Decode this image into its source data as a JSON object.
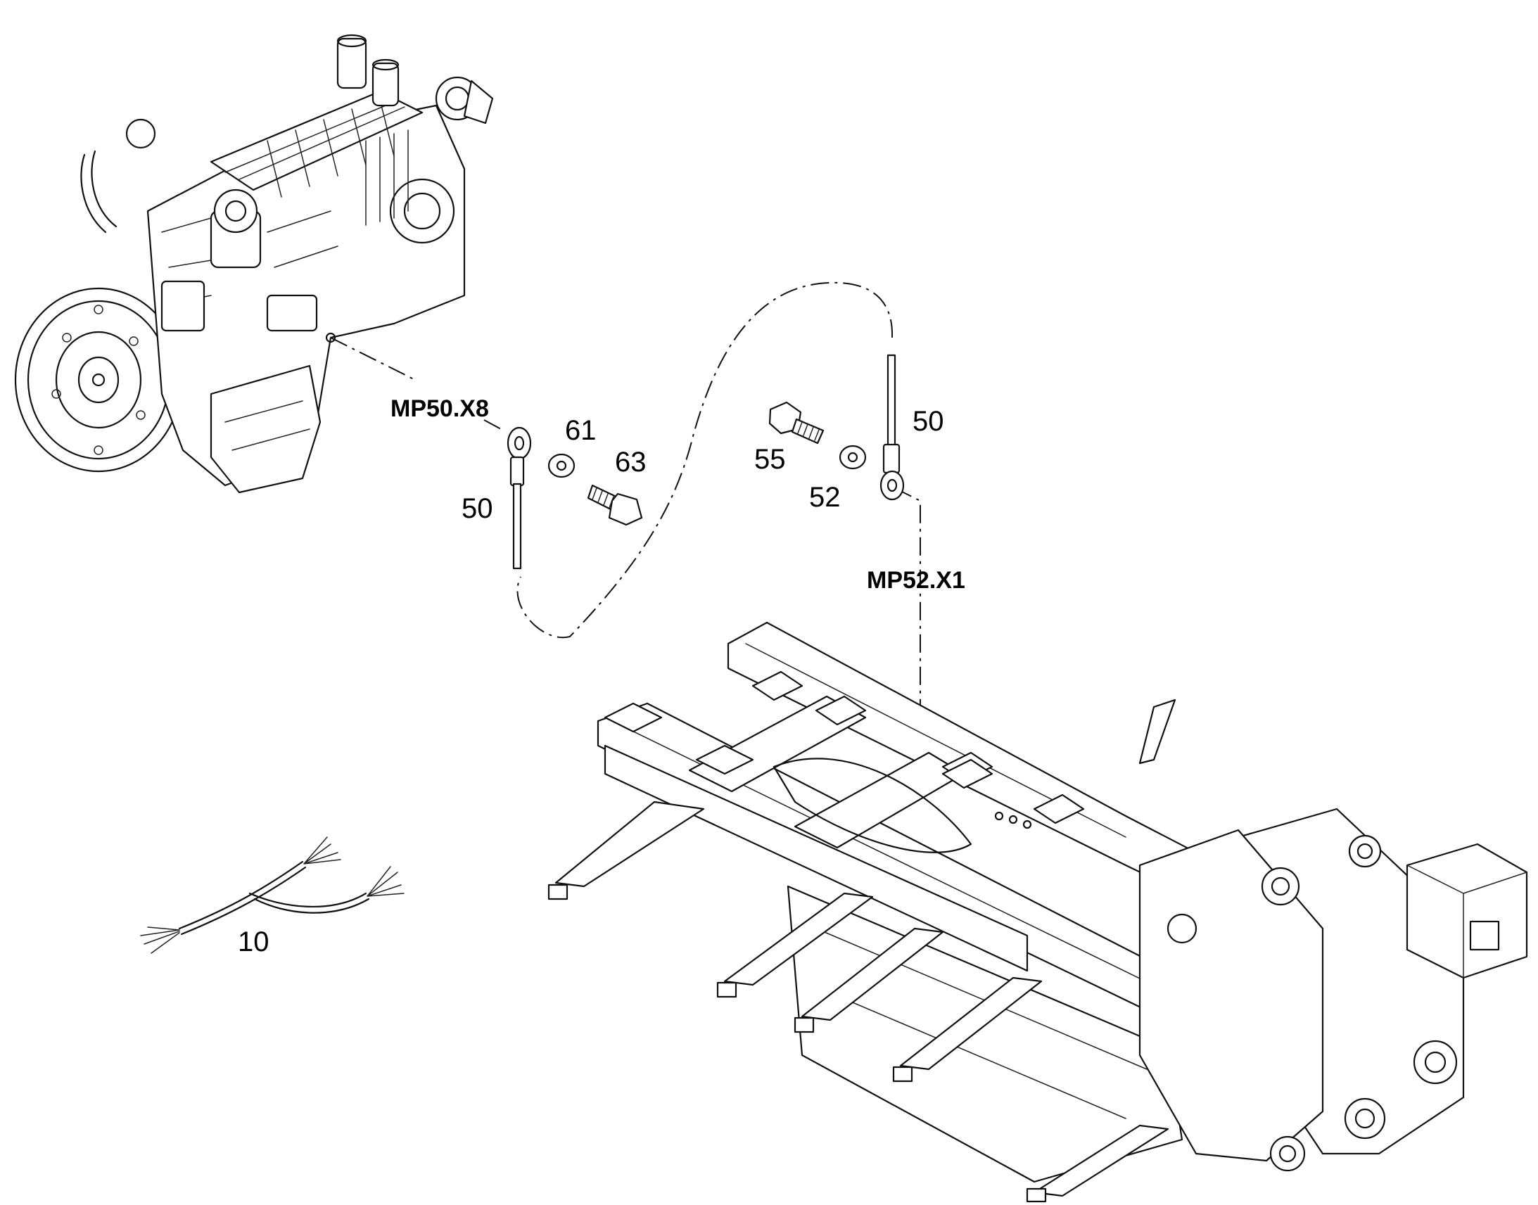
{
  "connectors": {
    "engine_ground": "MP50.X8",
    "frame_ground": "MP52.X1"
  },
  "callouts": {
    "cable_left": "50",
    "washer_61": "61",
    "bolt_63": "63",
    "bolt_55": "55",
    "washer_52": "52",
    "cable_right": "50",
    "harness_10": "10"
  },
  "colors": {
    "line": "#111111",
    "background": "#ffffff"
  }
}
